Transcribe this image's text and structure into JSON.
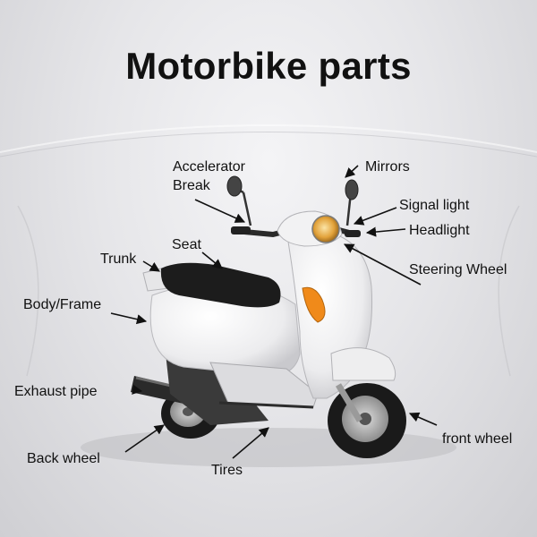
{
  "title": "Motorbike parts",
  "labels": {
    "accelerator": "Accelerator",
    "break": "Break",
    "mirrors": "Mirrors",
    "signal_light": "Signal light",
    "headlight": "Headlight",
    "trunk": "Trunk",
    "seat": "Seat",
    "steering_wheel": "Steering Wheel",
    "body_frame": "Body/Frame",
    "exhaust_pipe": "Exhaust pipe",
    "back_wheel": "Back wheel",
    "tires": "Tires",
    "front_wheel": "front wheel"
  },
  "colors": {
    "scooter_body": "#f3f3f3",
    "seat": "#1c1c1c",
    "tire": "#1a1a1a",
    "headlight": "#e2a23a",
    "arrow": "#111111"
  }
}
